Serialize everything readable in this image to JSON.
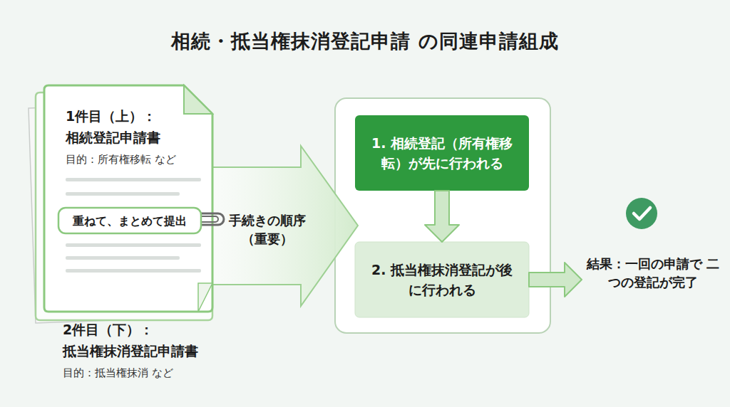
{
  "diagram": {
    "title": "相続・抵当権抹消登記申請 の同連申請組成",
    "nodes": [
      {
        "text": [
          "1件目（上）：",
          "相続登記申請書",
          "目的：所有権移転 など"
        ]
      },
      {
        "text": [
          "2件目（下）：",
          "抵当権抹消登記申請書",
          "目的：抵当権抹消 など"
        ]
      },
      {
        "text": [
          "重ねて、まとめて提出"
        ],
        "in": 0
      },
      {
        "text": [
          "手続きの順序 （重要）"
        ]
      },
      {
        "text": [
          "1. 相続登記（所有権移転）が先に行われる"
        ]
      },
      {
        "text": [
          "2. 抵当権抹消登記が後に行われる"
        ]
      },
      {
        "text": [
          "結果：一回の申請で 二つの登記が完了"
        ]
      }
    ],
    "edges": [
      {
        "from": 4,
        "to": 5,
        "arrow": "to"
      },
      {
        "from": 5,
        "to": 6,
        "arrow": "to"
      }
    ]
  }
}
